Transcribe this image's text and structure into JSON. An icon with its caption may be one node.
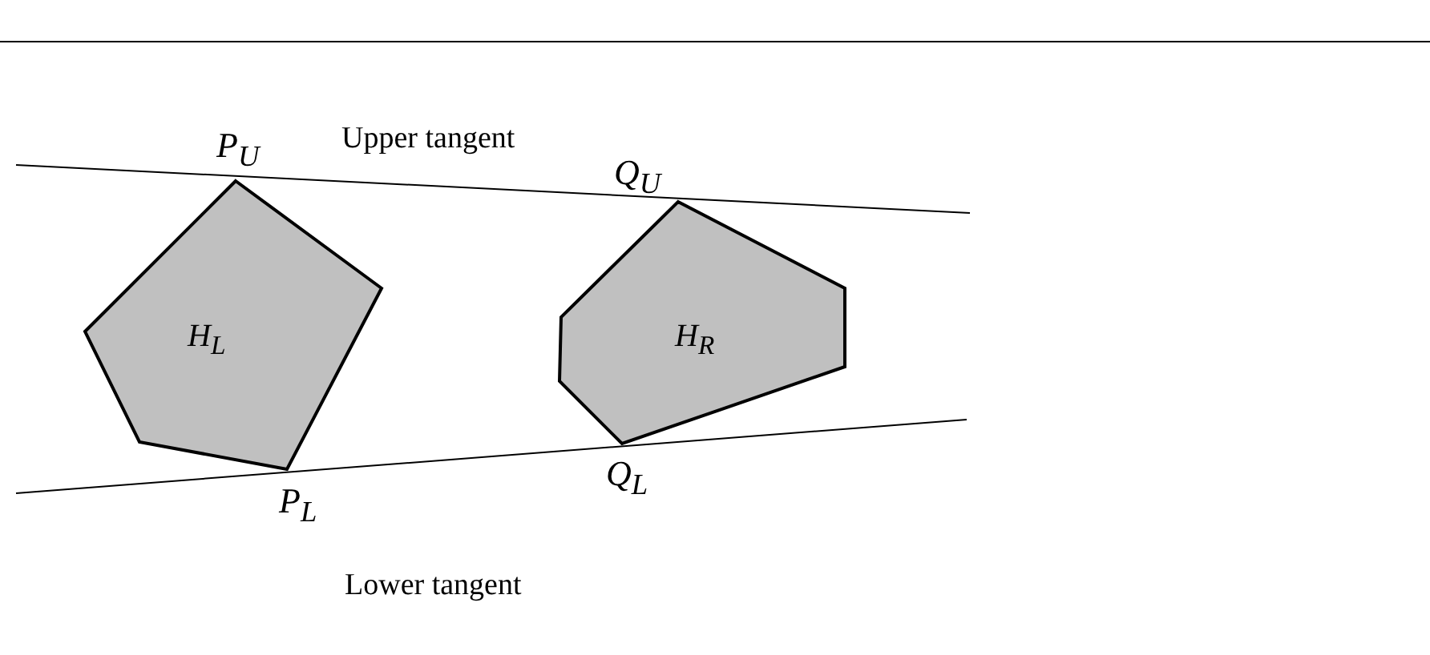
{
  "diagram": {
    "nodes": [
      {
        "text": [
          "H$_{L}$"
        ]
      },
      {
        "text": [
          "H$_{R}$"
        ]
      }
    ],
    "edges": [],
    "labels": [
      "Upper tangent",
      "P$_{U}$",
      "Q$_{U}$",
      "P$_{L}$",
      "Q$_{L}$",
      "Lower tangent"
    ]
  }
}
